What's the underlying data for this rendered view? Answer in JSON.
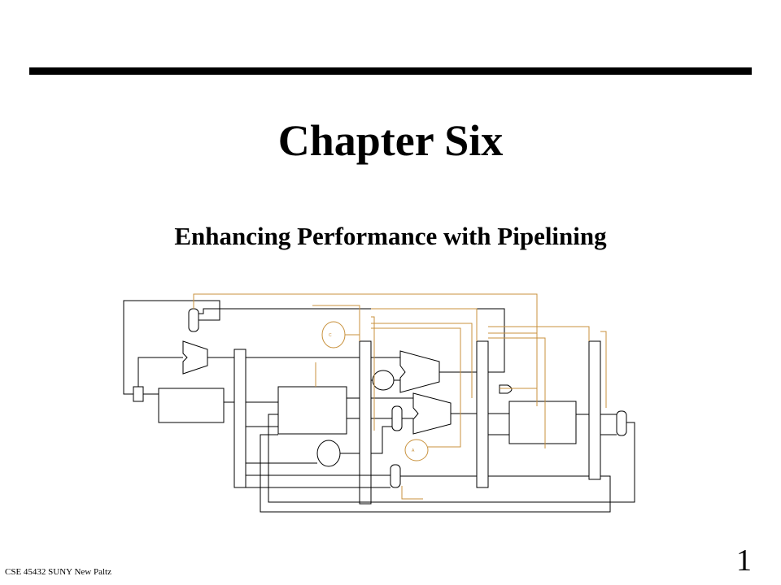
{
  "slide": {
    "title": "Chapter Six",
    "subtitle": "Enhancing Performance with Pipelining",
    "footer": "CSE 45432 SUNY New Paltz",
    "page_number": "1"
  },
  "colors": {
    "ink": "#000000",
    "control": "#c8913c"
  }
}
